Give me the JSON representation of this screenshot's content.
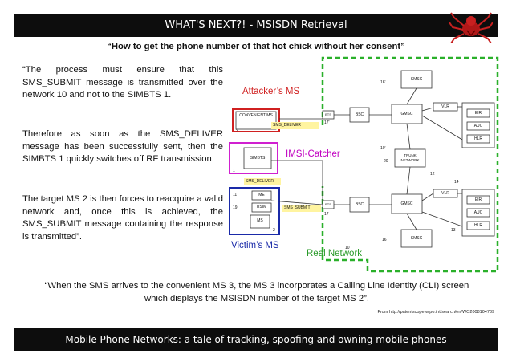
{
  "header": {
    "title": "WHAT'S NEXT?! - MSISDN Retrieval"
  },
  "subtitle": "“How to get the phone number of that hot chick without her consent”",
  "paragraphs": {
    "p1": "“The process must ensure that this SMS_SUBMIT message is transmitted over the network 10 and not to the SIMBTS 1.",
    "p2": "Therefore as soon as the SMS_DELIVER message has been successfully sent, then the SIMBTS 1 quickly switches off RF transmission.",
    "p3": "The target MS 2 is then forces to reacquire a valid network and, once this is achieved, the SMS_SUBMIT message containing the response is transmitted”."
  },
  "diagram": {
    "labels": {
      "attacker": "Attacker’s MS",
      "imsi": "IMSI-Catcher",
      "victim": "Victim’s MS",
      "real": "Real Network"
    },
    "boxes": {
      "convenient": "CONVENIENT MS",
      "simbts": "SIMBTS",
      "me": "ME",
      "usim": "USIM",
      "ms": "MS",
      "bts": "BTS",
      "bsc": "BSC",
      "gmsc": "GMSC",
      "smsc": "SMSC",
      "vlr": "VLR",
      "eir": "EIR",
      "auc": "AUC",
      "hlr": "HLR",
      "trunk": "TRUNK NETWORK"
    },
    "msgs": {
      "deliver": "SMS_DELIVER",
      "submit": "SMS_SUBMIT"
    },
    "numbers": {
      "n1": "1",
      "n2": "2",
      "n3": "3",
      "n10a": "10'",
      "n10b": "10",
      "n11": "11",
      "n12": "12",
      "n13": "13",
      "n14": "14",
      "n16a": "16'",
      "n16b": "16",
      "n17a": "17'",
      "n17b": "17",
      "n19": "19",
      "n20": "20"
    }
  },
  "quote": "“When the SMS arrives to the convenient MS 3, the MS 3 incorporates a Calling Line Identity (CLI) screen which displays the MSISDN number of the target MS 2”.",
  "source": "From http://patentscope.wipo.int/search/en/WO2008104739",
  "footer": {
    "text": "Mobile Phone Networks: a tale of tracking, spoofing and owning mobile phones"
  },
  "colors": {
    "attacker": "#d02020",
    "imsi": "#c000c0",
    "victim": "#1a2aa8",
    "real_network": "#2a9a2a",
    "header_bg": "#0d0d0d"
  },
  "icons": {
    "logo": "red-spider-logo"
  }
}
